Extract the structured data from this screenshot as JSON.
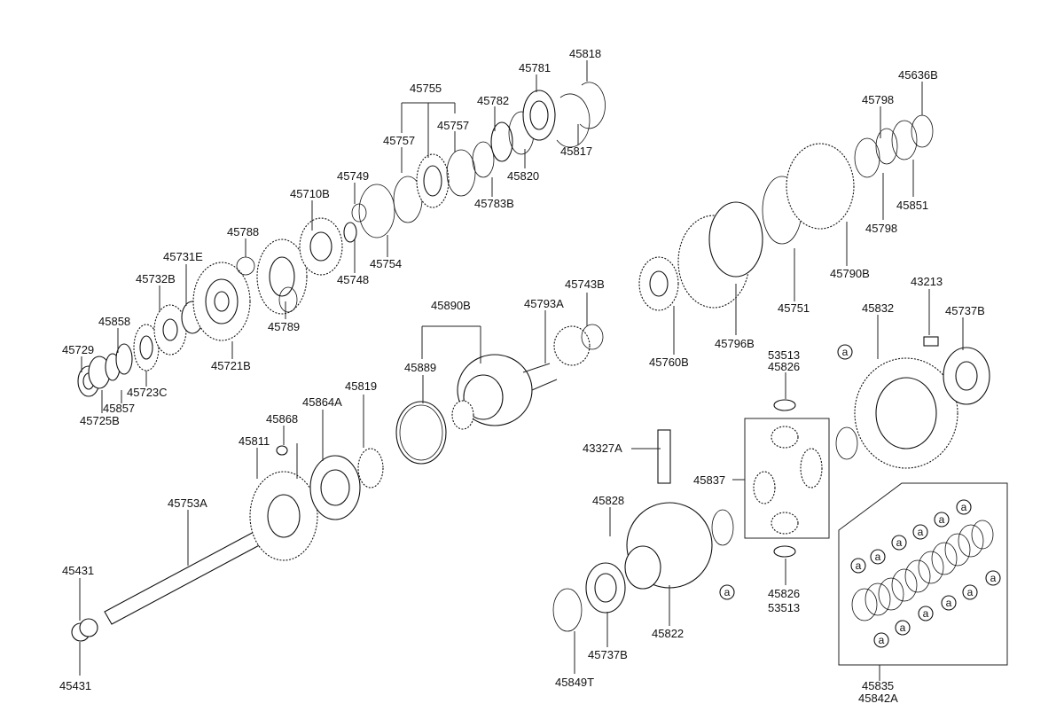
{
  "diagram": {
    "callout_symbol": "a",
    "labels": [
      {
        "id": "45818",
        "text": "45818"
      },
      {
        "id": "45781",
        "text": "45781"
      },
      {
        "id": "45755",
        "text": "45755"
      },
      {
        "id": "45782",
        "text": "45782"
      },
      {
        "id": "45757a",
        "text": "45757"
      },
      {
        "id": "45757b",
        "text": "45757"
      },
      {
        "id": "45817",
        "text": "45817"
      },
      {
        "id": "45820",
        "text": "45820"
      },
      {
        "id": "45783B",
        "text": "45783B"
      },
      {
        "id": "45749",
        "text": "45749"
      },
      {
        "id": "45710B",
        "text": "45710B"
      },
      {
        "id": "45754",
        "text": "45754"
      },
      {
        "id": "45748",
        "text": "45748"
      },
      {
        "id": "45788",
        "text": "45788"
      },
      {
        "id": "45731E",
        "text": "45731E"
      },
      {
        "id": "45732B",
        "text": "45732B"
      },
      {
        "id": "45789",
        "text": "45789"
      },
      {
        "id": "45858",
        "text": "45858"
      },
      {
        "id": "45721B",
        "text": "45721B"
      },
      {
        "id": "45729",
        "text": "45729"
      },
      {
        "id": "45723C",
        "text": "45723C"
      },
      {
        "id": "45857",
        "text": "45857"
      },
      {
        "id": "45725B",
        "text": "45725B"
      },
      {
        "id": "45890B",
        "text": "45890B"
      },
      {
        "id": "45793A",
        "text": "45793A"
      },
      {
        "id": "45743B",
        "text": "45743B"
      },
      {
        "id": "45889",
        "text": "45889"
      },
      {
        "id": "45819",
        "text": "45819"
      },
      {
        "id": "45864A",
        "text": "45864A"
      },
      {
        "id": "45868",
        "text": "45868"
      },
      {
        "id": "45811",
        "text": "45811"
      },
      {
        "id": "45753A",
        "text": "45753A"
      },
      {
        "id": "45431a",
        "text": "45431"
      },
      {
        "id": "45431b",
        "text": "45431"
      },
      {
        "id": "45636B",
        "text": "45636B"
      },
      {
        "id": "45798a",
        "text": "45798"
      },
      {
        "id": "45851",
        "text": "45851"
      },
      {
        "id": "45798b",
        "text": "45798"
      },
      {
        "id": "45790B",
        "text": "45790B"
      },
      {
        "id": "45751",
        "text": "45751"
      },
      {
        "id": "45760B",
        "text": "45760B"
      },
      {
        "id": "45796B",
        "text": "45796B"
      },
      {
        "id": "43213",
        "text": "43213"
      },
      {
        "id": "45832",
        "text": "45832"
      },
      {
        "id": "45737Ba",
        "text": "45737B"
      },
      {
        "id": "53513a",
        "text": "53513"
      },
      {
        "id": "45826a",
        "text": "45826"
      },
      {
        "id": "43327A",
        "text": "43327A"
      },
      {
        "id": "45837",
        "text": "45837"
      },
      {
        "id": "45828",
        "text": "45828"
      },
      {
        "id": "45826b",
        "text": "45826"
      },
      {
        "id": "53513b",
        "text": "53513"
      },
      {
        "id": "45822",
        "text": "45822"
      },
      {
        "id": "45737Bb",
        "text": "45737B"
      },
      {
        "id": "45849T",
        "text": "45849T"
      },
      {
        "id": "45835",
        "text": "45835"
      },
      {
        "id": "45842A",
        "text": "45842A"
      }
    ]
  }
}
